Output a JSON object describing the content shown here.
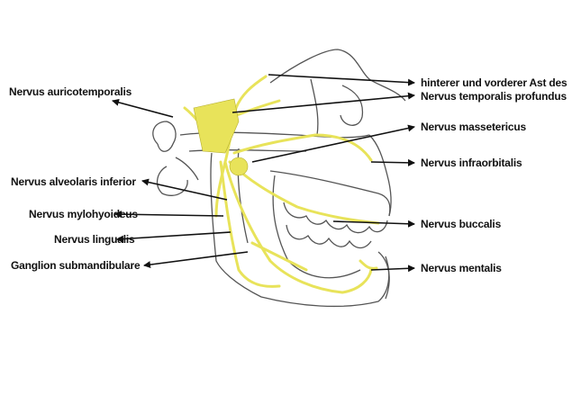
{
  "labels": {
    "auricotemporalis": "Nervus auricotemporalis",
    "alveolaris": "Nervus alveolaris inferior",
    "mylohyoideus": "Nervus mylohyoideus",
    "lingualis": "Nervus lingualis",
    "ganglion": "Ganglion submandibulare",
    "temporalis_line1": "hinterer und vorderer Ast des",
    "temporalis_line2": "Nervus temporalis profundus",
    "massetericus": "Nervus massetericus",
    "infraorbitalis": "Nervus infraorbitalis",
    "buccalis": "Nervus buccalis",
    "mentalis": "Nervus mentalis"
  },
  "colors": {
    "nerve": "#e8e35a",
    "outline": "#555555",
    "arrow": "#111111"
  }
}
